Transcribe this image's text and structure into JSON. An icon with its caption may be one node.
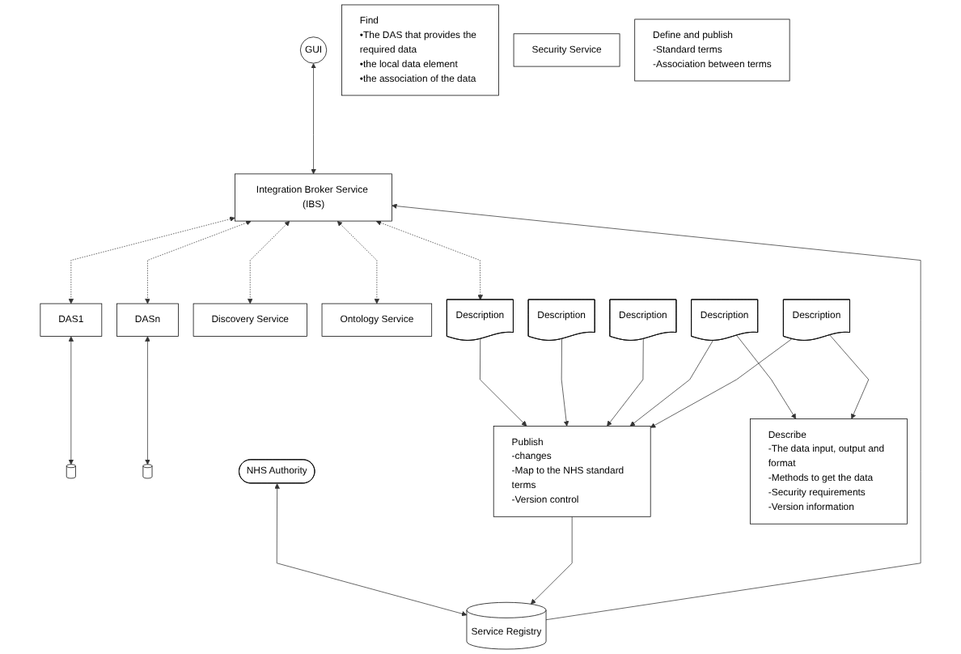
{
  "diagram": {
    "nodes": [
      {
        "text": [
          "GUI"
        ]
      },
      {
        "text": [
          "Find",
          "•The DAS that provides the required data",
          "•the local data element",
          "•the association of the data"
        ]
      },
      {
        "text": [
          "Integration Broker Service (IBS)"
        ]
      },
      {
        "text": [
          "Security Service"
        ]
      },
      {
        "text": [
          "Description"
        ]
      },
      {
        "text": [
          "Ontology Service"
        ]
      },
      {
        "text": [
          "Description"
        ]
      },
      {
        "text": [
          "NHS Authority"
        ]
      },
      {
        "text": [
          "Discovery Service"
        ]
      },
      {
        "text": [
          "Description"
        ]
      },
      {
        "text": [
          "Define and publish",
          "-Standard terms",
          "-Association between terms"
        ]
      },
      {
        "text": [
          "Service Registry"
        ]
      },
      {
        "text": [
          "DAS1"
        ]
      },
      {
        "text": [
          "Description"
        ]
      },
      {
        "text": [],
        "shape": "cylinder"
      },
      {
        "text": [
          "DASn"
        ]
      },
      {
        "text": [
          "Description"
        ]
      },
      {
        "text": [],
        "shape": "cylinder"
      },
      {
        "text": [
          "Publish",
          "-changes",
          "-Map to the NHS standard terms",
          "-Version control"
        ]
      },
      {
        "text": [
          "Describe",
          "-The data input, output and format",
          "-Methods to get the data",
          "-Security requirements",
          "-Version information"
        ]
      }
    ],
    "edges": [
      {
        "from": 0,
        "to": 2,
        "arrow": "both"
      },
      {
        "from": 2,
        "to": 4,
        "arrow": "both",
        "style": "dashed"
      },
      {
        "from": 2,
        "to": 5,
        "arrow": "both",
        "style": "dashed"
      },
      {
        "from": 2,
        "to": 8,
        "arrow": "both",
        "style": "dashed"
      },
      {
        "from": 11,
        "to": 2,
        "arrow": "to"
      },
      {
        "from": 7,
        "to": 11,
        "arrow": "both"
      },
      {
        "from": 2,
        "to": 12,
        "arrow": "both",
        "style": "dashed"
      },
      {
        "from": 2,
        "to": 15,
        "arrow": "both",
        "style": "dashed"
      },
      {
        "from": 12,
        "to": 14,
        "arrow": "both"
      },
      {
        "from": 15,
        "to": 17,
        "arrow": "both"
      },
      {
        "from": 4,
        "to": 18,
        "arrow": "to"
      },
      {
        "from": 6,
        "to": 18,
        "arrow": "to"
      },
      {
        "from": 9,
        "to": 18,
        "arrow": "to"
      },
      {
        "from": 13,
        "to": 18,
        "arrow": "to"
      },
      {
        "from": 16,
        "to": 18,
        "arrow": "to"
      },
      {
        "from": 18,
        "to": 11,
        "arrow": "to"
      },
      {
        "from": 13,
        "to": 19,
        "arrow": "to"
      },
      {
        "from": 16,
        "to": 19,
        "arrow": "to"
      }
    ]
  }
}
